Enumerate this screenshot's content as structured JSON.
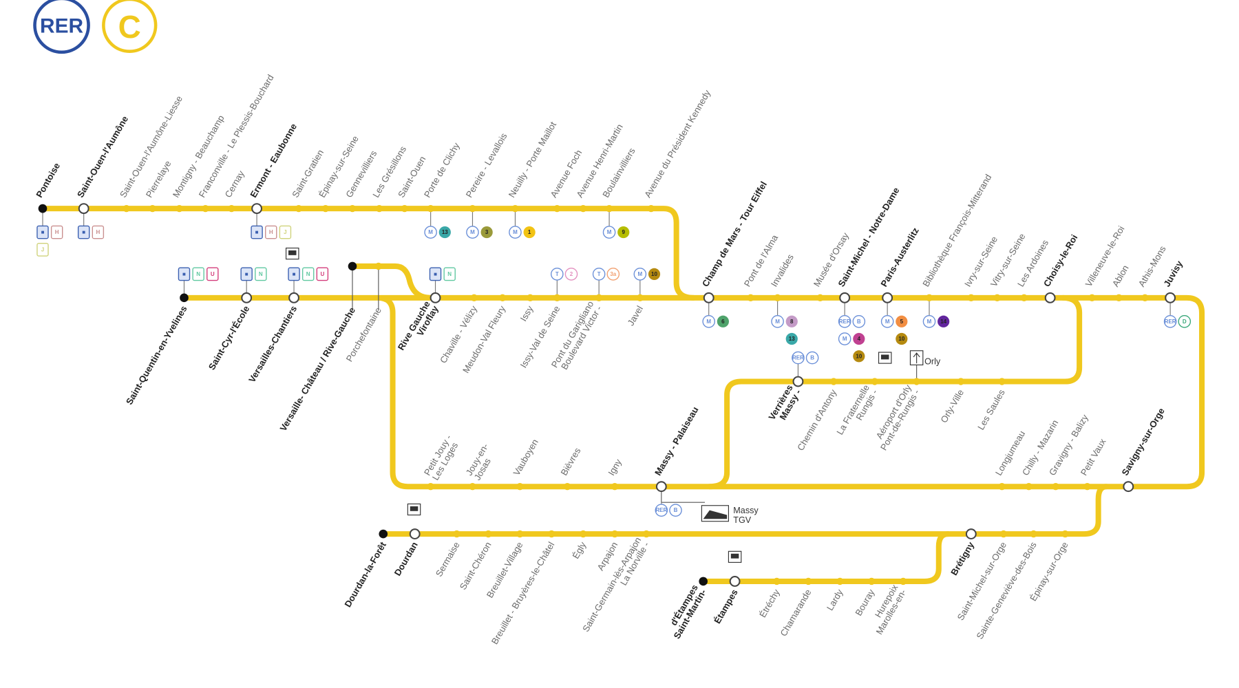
{
  "logo": {
    "rer": "RER",
    "line": "C",
    "rer_color": "#2b4fa0",
    "line_color": "#f0c81e"
  },
  "colors": {
    "line": "#f0c81e",
    "terminus": "#111111",
    "interchange_stroke": "#444444"
  },
  "extras": {
    "massy_tgv_1": "Massy",
    "massy_tgv_2": "TGV",
    "orly": "Orly"
  },
  "stations": [
    {
      "name": "Pontoise",
      "bold": true,
      "type": "terminus",
      "connections": [
        [
          {
            "label": "■",
            "color": "#3a5fb0",
            "shape": "square"
          },
          {
            "label": "H",
            "color": "#c98f8f",
            "shape": "square"
          }
        ],
        [
          {
            "label": "J",
            "color": "#cfd27a",
            "shape": "square"
          }
        ]
      ]
    },
    {
      "name": "Saint-Ouen-l'Aumône",
      "bold": true,
      "type": "interchange",
      "connections": [
        [
          {
            "label": "■",
            "color": "#3a5fb0",
            "shape": "square"
          },
          {
            "label": "H",
            "color": "#c98f8f",
            "shape": "square"
          }
        ]
      ]
    },
    {
      "name": "Saint-Ouen-l'Aumône-Liesse",
      "type": "stop"
    },
    {
      "name": "Pierrelaye",
      "type": "stop"
    },
    {
      "name": "Montigny - Beauchamp",
      "type": "stop"
    },
    {
      "name": "Franconville - Le Plessis-Bouchard",
      "type": "stop"
    },
    {
      "name": "Cernay",
      "type": "stop"
    },
    {
      "name": "Ermont - Eaubonne",
      "bold": true,
      "type": "interchange",
      "connections": [
        [
          {
            "label": "■",
            "color": "#3a5fb0",
            "shape": "square"
          },
          {
            "label": "H",
            "color": "#c98f8f",
            "shape": "square"
          },
          {
            "label": "J",
            "color": "#cfd27a",
            "shape": "square"
          }
        ]
      ]
    },
    {
      "name": "Saint-Gratien",
      "type": "stop"
    },
    {
      "name": "Épinay-sur-Seine",
      "type": "stop"
    },
    {
      "name": "Gennevilliers",
      "type": "stop"
    },
    {
      "name": "Les Grésillons",
      "type": "stop"
    },
    {
      "name": "Saint-Ouen",
      "type": "stop"
    },
    {
      "name": "Porte de Clichy",
      "type": "stop",
      "connections": [
        [
          {
            "label": "M",
            "color": "#6a8fd8",
            "shape": "ring"
          },
          {
            "label": "13",
            "color": "#3aa8a8",
            "shape": "dot"
          }
        ]
      ]
    },
    {
      "name": "Pereire - Levallois",
      "type": "stop",
      "connections": [
        [
          {
            "label": "M",
            "color": "#6a8fd8",
            "shape": "ring"
          },
          {
            "label": "3",
            "color": "#9a9a3a",
            "shape": "dot"
          }
        ]
      ]
    },
    {
      "name": "Neuilly - Porte Maillot",
      "type": "stop",
      "connections": [
        [
          {
            "label": "M",
            "color": "#6a8fd8",
            "shape": "ring"
          },
          {
            "label": "1",
            "color": "#f2c314",
            "shape": "dot"
          }
        ]
      ]
    },
    {
      "name": "Avenue Foch",
      "type": "stop"
    },
    {
      "name": "Avenue Henri-Martin",
      "type": "stop"
    },
    {
      "name": "Boulainvilliers",
      "type": "stop",
      "connections": [
        [
          {
            "label": "M",
            "color": "#6a8fd8",
            "shape": "ring"
          },
          {
            "label": "9",
            "color": "#b6bd00",
            "shape": "dot"
          }
        ]
      ]
    },
    {
      "name": "Avenue du Président Kennedy",
      "type": "stop"
    },
    {
      "name": "Saint-Quentin-en-Yvelines",
      "bold": true,
      "type": "terminus",
      "connections": [
        [
          {
            "label": "■",
            "color": "#3a5fb0",
            "shape": "square"
          },
          {
            "label": "N",
            "color": "#5fc8a0",
            "shape": "square"
          },
          {
            "label": "U",
            "color": "#d33b7a",
            "shape": "square"
          }
        ]
      ]
    },
    {
      "name": "Saint-Cyr-l'École",
      "bold": true,
      "type": "interchange",
      "connections": [
        [
          {
            "label": "■",
            "color": "#3a5fb0",
            "shape": "square"
          },
          {
            "label": "N",
            "color": "#5fc8a0",
            "shape": "square"
          }
        ]
      ]
    },
    {
      "name": "Versailles-Chantiers",
      "bold": true,
      "type": "interchange",
      "connections": [
        [
          {
            "label": "■",
            "color": "#3a5fb0",
            "shape": "square"
          },
          {
            "label": "N",
            "color": "#5fc8a0",
            "shape": "square"
          },
          {
            "label": "U",
            "color": "#d33b7a",
            "shape": "square"
          }
        ]
      ]
    },
    {
      "name": "Versaille- Château / Rive-Gauche",
      "bold": true,
      "type": "terminus"
    },
    {
      "name": "Porchefontaine",
      "type": "stop"
    },
    {
      "name": "Viroflay",
      "name2": "Rive Gauche",
      "bold": true,
      "type": "interchange",
      "connections": [
        [
          {
            "label": "■",
            "color": "#3a5fb0",
            "shape": "square"
          },
          {
            "label": "N",
            "color": "#5fc8a0",
            "shape": "square"
          }
        ]
      ]
    },
    {
      "name": "Chaville - Vélizy",
      "type": "stop"
    },
    {
      "name": "Meudon-Val Fleury",
      "type": "stop"
    },
    {
      "name": "Issy",
      "type": "stop"
    },
    {
      "name": "Issy-Val de Seine",
      "type": "stop",
      "connections": [
        [
          {
            "label": "T",
            "color": "#6a8fd8",
            "shape": "ring"
          },
          {
            "label": "2",
            "color": "#e38fbf",
            "shape": "ring"
          }
        ]
      ]
    },
    {
      "name": "Boulevard Victor -",
      "name2": "Pont du Garigliano",
      "type": "stop",
      "connections": [
        [
          {
            "label": "T",
            "color": "#6a8fd8",
            "shape": "ring"
          },
          {
            "label": "3a",
            "color": "#f2a070",
            "shape": "ring"
          }
        ]
      ]
    },
    {
      "name": "Javel",
      "type": "stop",
      "connections": [
        [
          {
            "label": "M",
            "color": "#6a8fd8",
            "shape": "ring"
          },
          {
            "label": "10",
            "color": "#b58a10",
            "shape": "dot"
          }
        ]
      ]
    },
    {
      "name": "Champ de Mars - Tour Eiffel",
      "bold": true,
      "type": "interchange",
      "connections": [
        [
          {
            "label": "M",
            "color": "#6a8fd8",
            "shape": "ring"
          },
          {
            "label": "6",
            "color": "#4fa36b",
            "shape": "dot"
          }
        ]
      ]
    },
    {
      "name": "Pont de l'Alma",
      "type": "stop"
    },
    {
      "name": "Invalides",
      "type": "stop",
      "connections": [
        [
          {
            "label": "M",
            "color": "#6a8fd8",
            "shape": "ring"
          },
          {
            "label": "8",
            "color": "#c49bc7",
            "shape": "dot"
          }
        ],
        [
          {
            "label": "13",
            "color": "#3aa8a8",
            "shape": "dot",
            "indent": 1
          }
        ]
      ]
    },
    {
      "name": "Musée d'Orsay",
      "type": "stop"
    },
    {
      "name": "Saint-Michel - Notre-Dame",
      "bold": true,
      "type": "interchange",
      "connections": [
        [
          {
            "label": "RER",
            "color": "#6a8fd8",
            "shape": "ring"
          },
          {
            "label": "B",
            "color": "#6a8fd8",
            "shape": "ring"
          }
        ],
        [
          {
            "label": "M",
            "color": "#6a8fd8",
            "shape": "ring"
          },
          {
            "label": "4",
            "color": "#c04191",
            "shape": "dot"
          }
        ],
        [
          {
            "label": "10",
            "color": "#b58a10",
            "shape": "dot",
            "indent": 1
          }
        ]
      ]
    },
    {
      "name": "Paris-Austerlitz",
      "bold": true,
      "type": "interchange",
      "connections": [
        [
          {
            "label": "M",
            "color": "#6a8fd8",
            "shape": "ring"
          },
          {
            "label": "5",
            "color": "#f28e42",
            "shape": "dot"
          }
        ],
        [
          {
            "label": "10",
            "color": "#b58a10",
            "shape": "dot",
            "indent": 1
          }
        ]
      ]
    },
    {
      "name": "Bibliothèque François-Mitterand",
      "type": "stop",
      "connections": [
        [
          {
            "label": "M",
            "color": "#6a8fd8",
            "shape": "ring"
          },
          {
            "label": "14",
            "color": "#62259d",
            "shape": "dot"
          }
        ]
      ]
    },
    {
      "name": "Ivry-sur-Seine",
      "type": "stop"
    },
    {
      "name": "Vitry-sur-Seine",
      "type": "stop"
    },
    {
      "name": "Les Ardoines",
      "type": "stop"
    },
    {
      "name": "Choisy-le-Roi",
      "bold": true,
      "type": "interchange"
    },
    {
      "name": "Villeneuve-le-Roi",
      "type": "stop"
    },
    {
      "name": "Ablon",
      "type": "stop"
    },
    {
      "name": "Athis-Mons",
      "type": "stop"
    },
    {
      "name": "Juvisy",
      "bold": true,
      "type": "interchange",
      "connections": [
        [
          {
            "label": "RER",
            "color": "#6a8fd8",
            "shape": "ring"
          },
          {
            "label": "D",
            "color": "#3aa87a",
            "shape": "ring"
          }
        ]
      ]
    },
    {
      "name": "Massy -",
      "name2": "Verrières",
      "bold": true,
      "type": "interchange",
      "connections": [
        [
          {
            "label": "RER",
            "color": "#6a8fd8",
            "shape": "ring"
          },
          {
            "label": "B",
            "color": "#6a8fd8",
            "shape": "ring"
          }
        ]
      ]
    },
    {
      "name": "Chemin d'Antony",
      "type": "stop"
    },
    {
      "name": "Rungis -",
      "name2": "La Fraternelle",
      "type": "stop"
    },
    {
      "name": "Pont-de-Rungis -",
      "name2": "Aéroport d'Orly",
      "type": "stop"
    },
    {
      "name": "Orly-Ville",
      "type": "stop"
    },
    {
      "name": "Les Saules",
      "type": "stop"
    },
    {
      "name": "Petit Jouy -",
      "name2": "Les Loges",
      "type": "stop"
    },
    {
      "name": "Jouy-en-",
      "name2": "Josas",
      "type": "stop"
    },
    {
      "name": "Vauboyen",
      "type": "stop"
    },
    {
      "name": "Bièvres",
      "type": "stop"
    },
    {
      "name": "Igny",
      "type": "stop"
    },
    {
      "name": "Massy - Palaiseau",
      "bold": true,
      "type": "interchange",
      "connections": [
        [
          {
            "label": "RER",
            "color": "#6a8fd8",
            "shape": "ring"
          },
          {
            "label": "B",
            "color": "#6a8fd8",
            "shape": "ring"
          }
        ]
      ]
    },
    {
      "name": "Longjumeau",
      "type": "stop"
    },
    {
      "name": "Chilly - Mazarin",
      "type": "stop"
    },
    {
      "name": "Gravigny - Balizy",
      "type": "stop"
    },
    {
      "name": "Petit Vaux",
      "type": "stop"
    },
    {
      "name": "Savigny-sur-Orge",
      "bold": true,
      "type": "interchange"
    },
    {
      "name": "Dourdan-la-Forêt",
      "bold": true,
      "type": "terminus"
    },
    {
      "name": "Dourdan",
      "bold": true,
      "type": "interchange"
    },
    {
      "name": "Sermaise",
      "type": "stop"
    },
    {
      "name": "Saint-Chéron",
      "type": "stop"
    },
    {
      "name": "Breuillet-Village",
      "type": "stop"
    },
    {
      "name": "Breuillet - Bruyères-le-Châtel",
      "type": "stop"
    },
    {
      "name": "Égly",
      "type": "stop"
    },
    {
      "name": "Arpajon",
      "type": "stop"
    },
    {
      "name": "La Norville -",
      "name2": "Saint-Germain-lès-Arpajon",
      "type": "stop"
    },
    {
      "name": "Brétigny",
      "bold": true,
      "type": "interchange"
    },
    {
      "name": "Saint-Michel-sur-Orge",
      "type": "stop"
    },
    {
      "name": "Sainte-Geneviève-des-Bois",
      "type": "stop"
    },
    {
      "name": "Épinay-sur-Orge",
      "type": "stop"
    },
    {
      "name": "Saint-Martin-",
      "name2": "d'Étampes",
      "bold": true,
      "type": "terminus"
    },
    {
      "name": "Étampes",
      "bold": true,
      "type": "interchange"
    },
    {
      "name": "Étréchy",
      "type": "stop"
    },
    {
      "name": "Chamarande",
      "type": "stop"
    },
    {
      "name": "Lardy",
      "type": "stop"
    },
    {
      "name": "Bouray",
      "type": "stop"
    },
    {
      "name": "Marolles-en-",
      "name2": "Hurepoix",
      "type": "stop"
    }
  ]
}
